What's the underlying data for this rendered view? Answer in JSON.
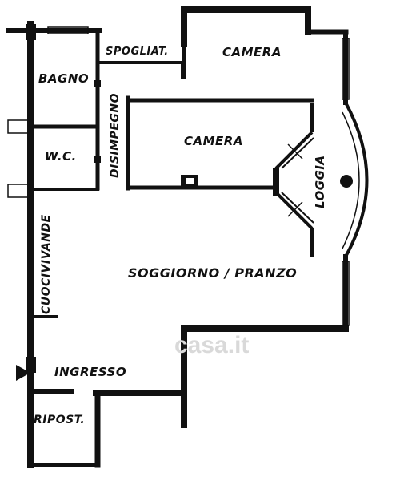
{
  "rooms": {
    "bagno": "BAGNO",
    "spogliatoio": "SPOGLIAT.",
    "camera_top": "CAMERA",
    "camera_mid": "CAMERA",
    "disimpegno": "DISIMPEGNO",
    "wc": "W.C.",
    "loggia": "LOGGIA",
    "cuocivivande": "CUOCIVIVANDE",
    "soggiorno": "SOGGIORNO / PRANZO",
    "ingresso": "INGRESSO",
    "ripostiglio": "RIPOST."
  },
  "watermark": "casa.it",
  "colors": {
    "wall": "#111111",
    "paper": "#ffffff",
    "watermark": "#d9d9d9"
  }
}
